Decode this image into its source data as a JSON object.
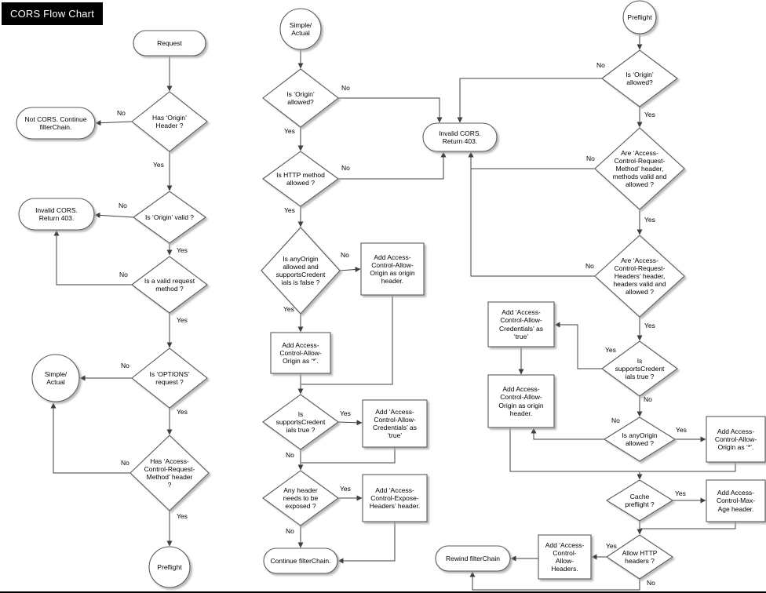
{
  "title": "CORS Flow Chart",
  "colors": {
    "title_bg": "#000000",
    "title_fg": "#ffffff",
    "shape_fill": "#ffffff",
    "shape_border": "#595959",
    "connector": "#404040",
    "text": "#000000"
  },
  "edge_labels": {
    "yes": "Yes",
    "no": "No"
  },
  "nodes": {
    "request": "Request",
    "has_origin_header": "Has ‘Origin’\nHeader ?",
    "not_cors": "Not CORS. Continue\nfilterChain.",
    "is_origin_valid": "Is ‘Origin’ valid ?",
    "invalid_cors_left": "Invalid CORS.\nReturn 403.",
    "is_valid_request_method": "Is a valid request\nmethod ?",
    "is_options_request": "Is ‘OPTIONS’\nrequest ?",
    "simple_actual_left": "Simple/\nActual",
    "has_acrm_header": "Has ‘Access-\nControl-Request-\nMethod’ header\n?",
    "preflight_left": "Preflight",
    "simple_actual_mid": "Simple/\nActual",
    "is_origin_allowed_mid": "Is ‘Origin’\nallowed?",
    "invalid_cors_mid": "Invalid CORS.\nReturn 403.",
    "is_http_method_allowed": "Is HTTP method\nallowed ?",
    "is_anyorigin_and_credfalse": "Is anyOrigin\nallowed and\nsupportsCredent\nials is false ?",
    "add_acao_origin_mid": "Add Access-\nControl-Allow-\nOrigin as origin\nheader.",
    "add_acao_star_mid": "Add Access-\nControl-Allow-\nOrigin as ‘*’.",
    "is_supports_cred_mid": "Is\nsupportsCredent\nials true ?",
    "add_acac_true_mid": "Add ‘Access-\nControl-Allow-\nCredentials’ as\n‘true’",
    "any_header_exposed": "Any header\nneeds to be\nexposed ?",
    "add_aceh": "Add ‘Access-\nControl-Expose-\nHeaders’ header.",
    "continue_filterchain": "Continue filterChain.",
    "preflight_right": "Preflight",
    "is_origin_allowed_right": "Is ‘Origin’\nallowed?",
    "are_acrm_valid": "Are ‘Access-\nControl-Request-\nMethod’ header,\nmethods valid and\nallowed ?",
    "are_acrh_valid": "Are ‘Access-\nControl-Request-\nHeaders’ header,\nheaders valid and\nallowed ?",
    "is_supports_cred_right": "Is\nsupportsCredent\nials true ?",
    "add_acac_true_right": "Add ‘Access-\nControl-Allow-\nCredentials’ as\n‘true’",
    "add_acao_origin_right": "Add Access-\nControl-Allow-\nOrigin as origin\nheader.",
    "is_anyorigin_allowed": "Is anyOrigin\nallowed ?",
    "add_acao_star_right": "Add Access-\nControl-Allow-\nOrigin as ‘*’.",
    "cache_preflight": "Cache\npreflight ?",
    "add_max_age": "Add Access-\nControl-Max-\nAge header.",
    "allow_http_headers": "Allow HTTP\nheaders ?",
    "add_acah": "Add ‘Access-\nControl-\nAllow-\nHeaders.",
    "rewind_filterchain": "Rewind filterChain"
  }
}
